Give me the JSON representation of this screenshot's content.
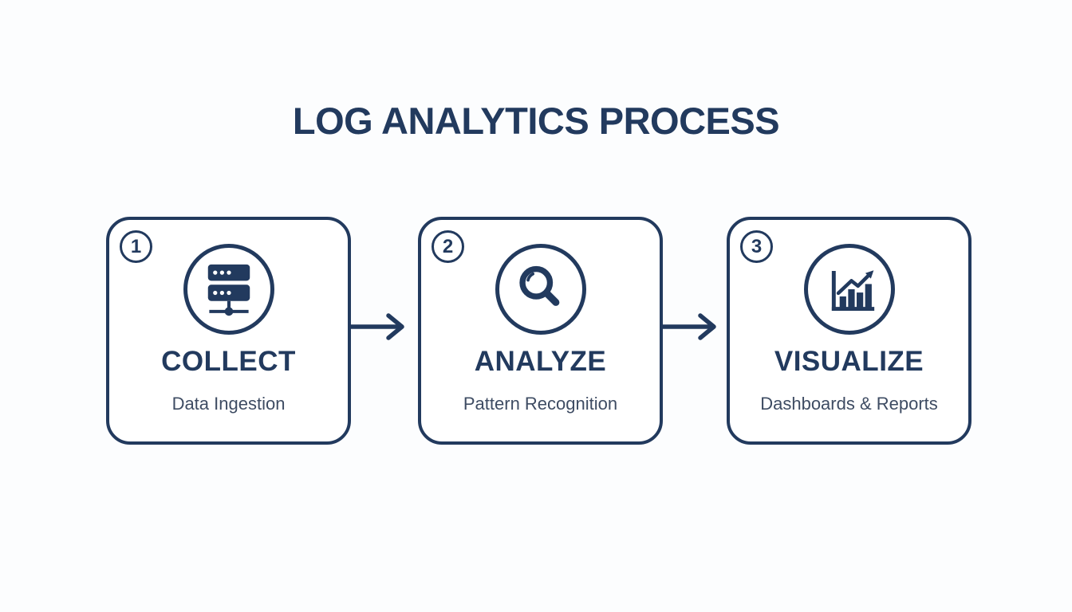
{
  "title": "LOG ANALYTICS PROCESS",
  "theme": {
    "navy": "#223a5e",
    "subtext_color": "#3e4c63",
    "background": "#fcfdfe",
    "card_background": "#ffffff"
  },
  "steps": [
    {
      "number": "1",
      "icon": "server-stack-icon",
      "label": "COLLECT",
      "description": "Data Ingestion"
    },
    {
      "number": "2",
      "icon": "magnifier-icon",
      "label": "ANALYZE",
      "description": "Pattern Recognition"
    },
    {
      "number": "3",
      "icon": "bar-chart-icon",
      "label": "VISUALIZE",
      "description": "Dashboards & Reports"
    }
  ],
  "connectors": [
    {
      "icon": "arrow-right-icon"
    },
    {
      "icon": "arrow-right-icon"
    }
  ]
}
